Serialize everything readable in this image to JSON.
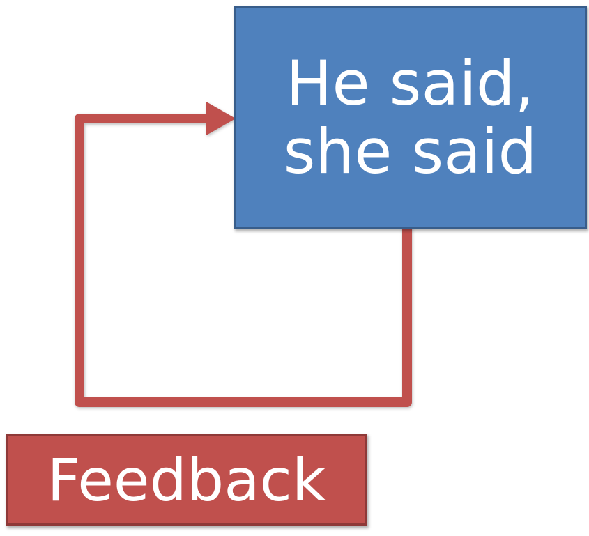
{
  "diagram": {
    "background": "#FFFFFF",
    "nodes": [
      {
        "id": "he-said-she-said",
        "label": "He said, she said",
        "line1": "He said,",
        "line2": "she said",
        "fill": "#4F81BD",
        "border_color": "#385D8A",
        "text_color": "#FFFFFF"
      },
      {
        "id": "feedback",
        "label": "Feedback",
        "fill": "#C0504D",
        "border_color": "#8E3938",
        "text_color": "#FFFFFF"
      }
    ],
    "connector": {
      "type": "elbow-arrow-loop",
      "color": "#C0504D",
      "from": "he-said-she-said-bottom",
      "to": "he-said-she-said-left"
    }
  }
}
